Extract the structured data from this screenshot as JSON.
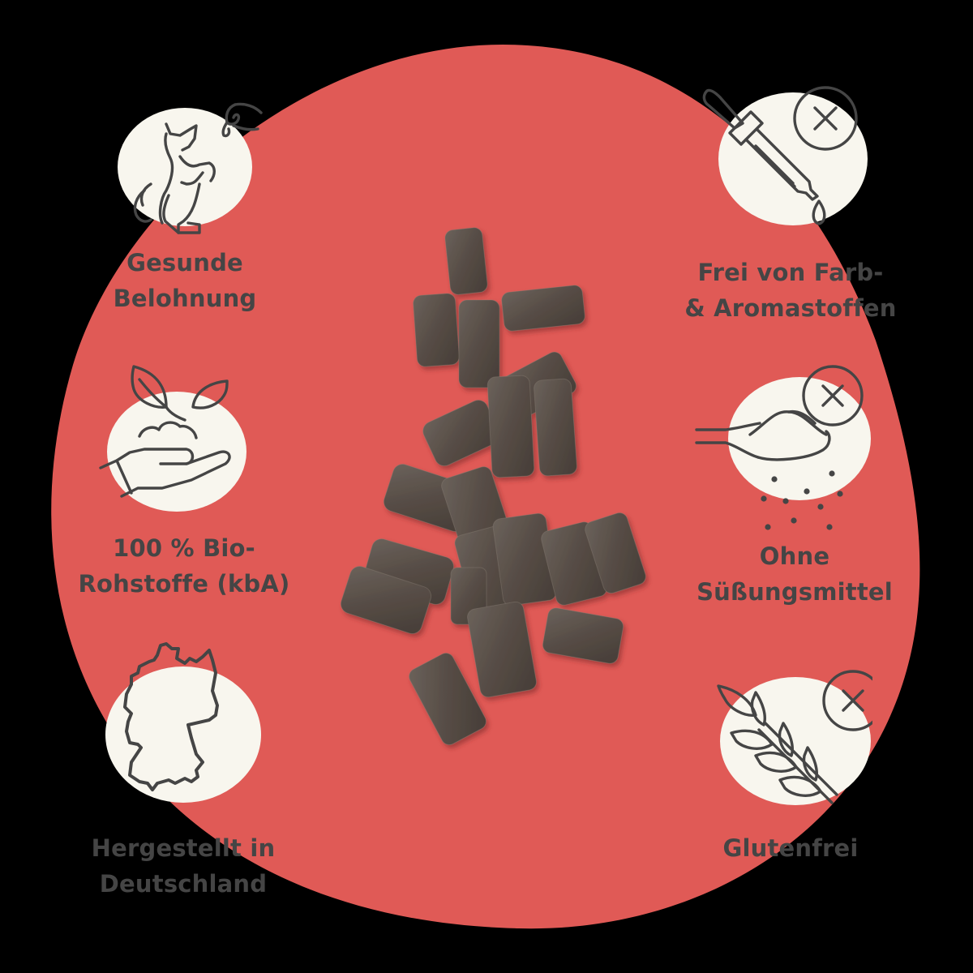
{
  "colors": {
    "background": "#000000",
    "red_circle": "#E05A56",
    "cream_blob": "#F8F6EE",
    "ink": "#454545",
    "treat": "#5A4F48"
  },
  "features": [
    {
      "id": "gesunde-belohnung",
      "icon": "dog-begging-icon",
      "line1": "Gesunde",
      "line2": "Belohnung"
    },
    {
      "id": "bio-rohstoffe",
      "icon": "hand-seedling-icon",
      "line1": "100 % Bio-",
      "line2": "Rohstoffe (kbA)"
    },
    {
      "id": "hergestellt-in-deutschland",
      "icon": "germany-map-icon",
      "line1": "Hergestellt in",
      "line2": "Deutschland"
    },
    {
      "id": "frei-von-farbstoffen",
      "icon": "pipette-no-icon",
      "line1": "Frei von Farb-",
      "line2": "& Aromastoffen"
    },
    {
      "id": "ohne-suessungsmittel",
      "icon": "sugar-spoon-no-icon",
      "line1": "Ohne",
      "line2": "Süßungsmittel"
    },
    {
      "id": "glutenfrei",
      "icon": "wheat-no-icon",
      "line1": "Glutenfrei",
      "line2": ""
    }
  ],
  "center_image": {
    "description": "dog-treat-pieces-photo"
  }
}
